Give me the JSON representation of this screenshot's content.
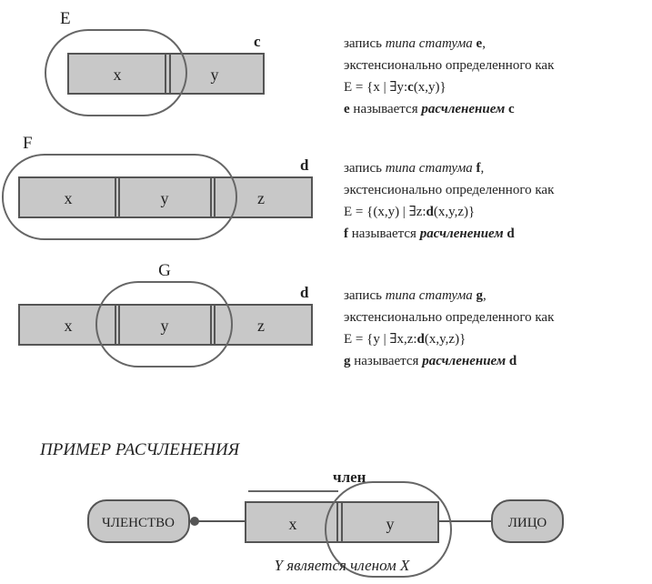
{
  "panels": [
    {
      "set_label": "E",
      "relation_label": "c",
      "cells": [
        "x",
        "y"
      ],
      "desc": {
        "l1_pre": "запись ",
        "l1_italic": "типа статума",
        "l1_bold": "e",
        "l1_post": ",",
        "l2": "экстенсионально определенного как",
        "l3_pre": "E = {x | ∃y:",
        "l3_bold": "c",
        "l3_post": "(x,y)}",
        "l4_bold": "e",
        "l4_mid": " называется ",
        "l4_bolditalic": "расчленением",
        "l4_bold2": "c"
      }
    },
    {
      "set_label": "F",
      "relation_label": "d",
      "cells": [
        "x",
        "y",
        "z"
      ],
      "desc": {
        "l1_pre": "запись ",
        "l1_italic": "типа статума",
        "l1_bold": "f",
        "l1_post": ",",
        "l2": "экстенсионально определенного как",
        "l3_pre": "E = {(x,y) | ∃z:",
        "l3_bold": "d",
        "l3_post": "(x,y,z)}",
        "l4_bold": "f",
        "l4_mid": " называется ",
        "l4_bolditalic": "расчленением",
        "l4_bold2": "d"
      }
    },
    {
      "set_label": "G",
      "relation_label": "d",
      "cells": [
        "x",
        "y",
        "z"
      ],
      "desc": {
        "l1_pre": "запись ",
        "l1_italic": "типа статума",
        "l1_bold": "g",
        "l1_post": ",",
        "l2": "экстенсионально определенного как",
        "l3_pre": "E = {y | ∃x,z:",
        "l3_bold": "d",
        "l3_post": "(x,y,z)}",
        "l4_bold": "g",
        "l4_mid": " называется ",
        "l4_bolditalic": "расчленением",
        "l4_bold2": "d"
      }
    }
  ],
  "example": {
    "title": "ПРИМЕР РАСЧЛЕНЕНИЯ",
    "member_label": "член",
    "left_entity": "ЧЛЕНСТВО",
    "right_entity": "ЛИЦО",
    "cells": [
      "x",
      "y"
    ],
    "caption": "Y является членом X"
  },
  "colors": {
    "cell_fill": "#c8c8c8",
    "stroke": "#555555",
    "ellipse_stroke": "#666666",
    "text": "#222222"
  }
}
